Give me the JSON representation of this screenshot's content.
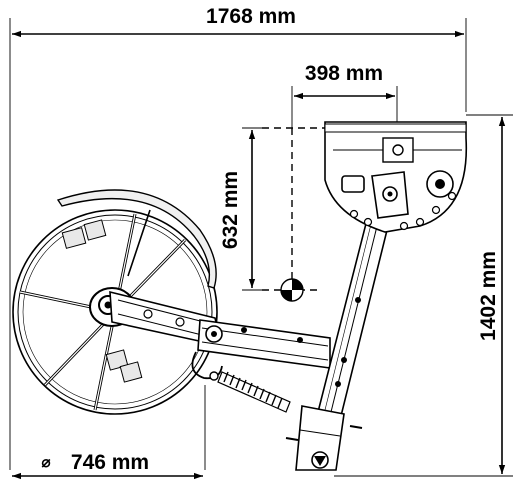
{
  "dimensions": {
    "overall_width": "1768 mm",
    "offset_width": "398 mm",
    "height_offset": "632 mm",
    "overall_height": "1402 mm",
    "wheel_diameter": "746 mm",
    "diameter_symbol": "⌀"
  }
}
